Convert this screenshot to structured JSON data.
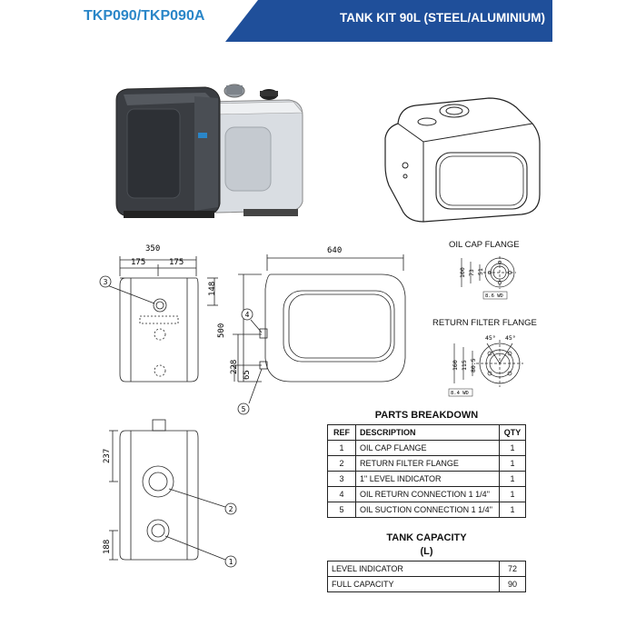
{
  "header": {
    "code": "TKP090/TKP090A",
    "title": "TANK KIT 90L (STEEL/ALUMINIUM)",
    "brand_blue": "#1f4f9a",
    "code_blue": "#2a86c8"
  },
  "drawing": {
    "dim_350": "350",
    "dim_175a": "175",
    "dim_175b": "175",
    "dim_640": "640",
    "dim_148": "148",
    "dim_500": "500",
    "dim_228": "228",
    "dim_65": "65",
    "dim_237": "237",
    "dim_188": "188",
    "callout_1": "1",
    "callout_2": "2",
    "callout_3": "3",
    "callout_4": "4",
    "callout_5": "5"
  },
  "oil_cap_flange": {
    "title": "OIL CAP FLANGE",
    "d1": "100",
    "d2": "73",
    "d3": "51",
    "bolts": "8.6 WD"
  },
  "return_filter_flange": {
    "title": "RETURN FILTER FLANGE",
    "angle1": "45°",
    "angle2": "45°",
    "d1": "160",
    "d2": "115",
    "d3": "80.5",
    "bolts": "8.4 WD"
  },
  "parts": {
    "title": "PARTS BREAKDOWN",
    "headers": [
      "REF",
      "DESCRIPTION",
      "QTY"
    ],
    "rows": [
      [
        "1",
        "OIL CAP FLANGE",
        "1"
      ],
      [
        "2",
        "RETURN FILTER FLANGE",
        "1"
      ],
      [
        "3",
        "1\" LEVEL INDICATOR",
        "1"
      ],
      [
        "4",
        "OIL RETURN CONNECTION 1 1/4\"",
        "1"
      ],
      [
        "5",
        "OIL SUCTION CONNECTION 1 1/4\"",
        "1"
      ]
    ]
  },
  "capacity": {
    "title": "TANK CAPACITY",
    "unit": "(L)",
    "rows": [
      [
        "LEVEL INDICATOR",
        "72"
      ],
      [
        "FULL CAPACITY",
        "90"
      ]
    ]
  }
}
